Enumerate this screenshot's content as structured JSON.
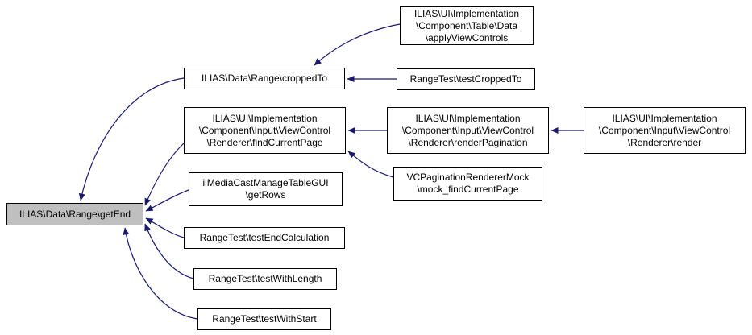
{
  "diagram": {
    "type": "call-graph",
    "colors": {
      "background": "#ffffff",
      "node_fill": "#ffffff",
      "node_border": "#000000",
      "main_node_fill": "#bfbfbf",
      "edge": "#191970"
    },
    "nodes": {
      "getEnd": {
        "label": "ILIAS\\Data\\Range\\getEnd",
        "main": true
      },
      "croppedTo": {
        "label": "ILIAS\\Data\\Range\\croppedTo"
      },
      "applyViewControls": {
        "label": "ILIAS\\UI\\Implementation\n\\Component\\Table\\Data\n\\applyViewControls"
      },
      "testCroppedTo": {
        "label": "RangeTest\\testCroppedTo"
      },
      "findCurrentPage": {
        "label": "ILIAS\\UI\\Implementation\n\\Component\\Input\\ViewControl\n\\Renderer\\findCurrentPage"
      },
      "renderPagination": {
        "label": "ILIAS\\UI\\Implementation\n\\Component\\Input\\ViewControl\n\\Renderer\\renderPagination"
      },
      "render": {
        "label": "ILIAS\\UI\\Implementation\n\\Component\\Input\\ViewControl\n\\Renderer\\render"
      },
      "mockFindCurrentPage": {
        "label": "VCPaginationRendererMock\n\\mock_findCurrentPage"
      },
      "getRows": {
        "label": "ilMediaCastManageTableGUI\n\\getRows"
      },
      "testEndCalculation": {
        "label": "RangeTest\\testEndCalculation"
      },
      "testWithLength": {
        "label": "RangeTest\\testWithLength"
      },
      "testWithStart": {
        "label": "RangeTest\\testWithStart"
      }
    },
    "edges": [
      {
        "from": "croppedTo",
        "to": "getEnd"
      },
      {
        "from": "applyViewControls",
        "to": "croppedTo"
      },
      {
        "from": "testCroppedTo",
        "to": "croppedTo"
      },
      {
        "from": "findCurrentPage",
        "to": "getEnd"
      },
      {
        "from": "renderPagination",
        "to": "findCurrentPage"
      },
      {
        "from": "render",
        "to": "renderPagination"
      },
      {
        "from": "mockFindCurrentPage",
        "to": "findCurrentPage"
      },
      {
        "from": "getRows",
        "to": "getEnd"
      },
      {
        "from": "testEndCalculation",
        "to": "getEnd"
      },
      {
        "from": "testWithLength",
        "to": "getEnd"
      },
      {
        "from": "testWithStart",
        "to": "getEnd"
      }
    ]
  }
}
